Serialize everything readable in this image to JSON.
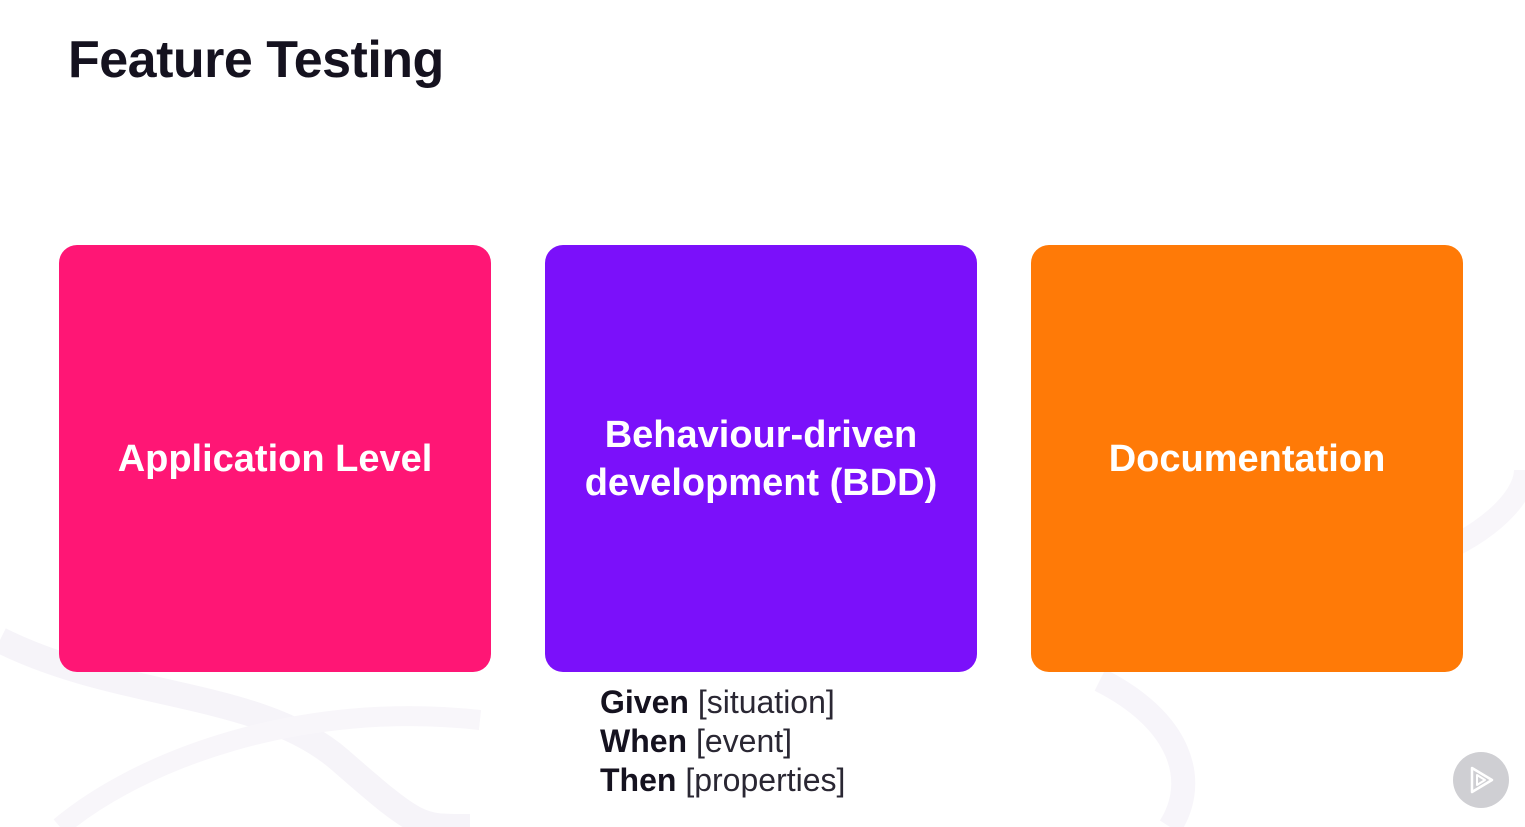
{
  "slide": {
    "title": "Feature Testing"
  },
  "cards": [
    {
      "label": "Application Level",
      "color": "#ff1675"
    },
    {
      "label": "Behaviour-driven development (BDD)",
      "color": "#7b10fa"
    },
    {
      "label": "Documentation",
      "color": "#ff7a07"
    }
  ],
  "bdd": [
    {
      "keyword": "Given",
      "value": "[situation]"
    },
    {
      "keyword": "When",
      "value": "[event]"
    },
    {
      "keyword": "Then",
      "value": "[properties]"
    }
  ],
  "player": {
    "icon": "play-icon"
  }
}
